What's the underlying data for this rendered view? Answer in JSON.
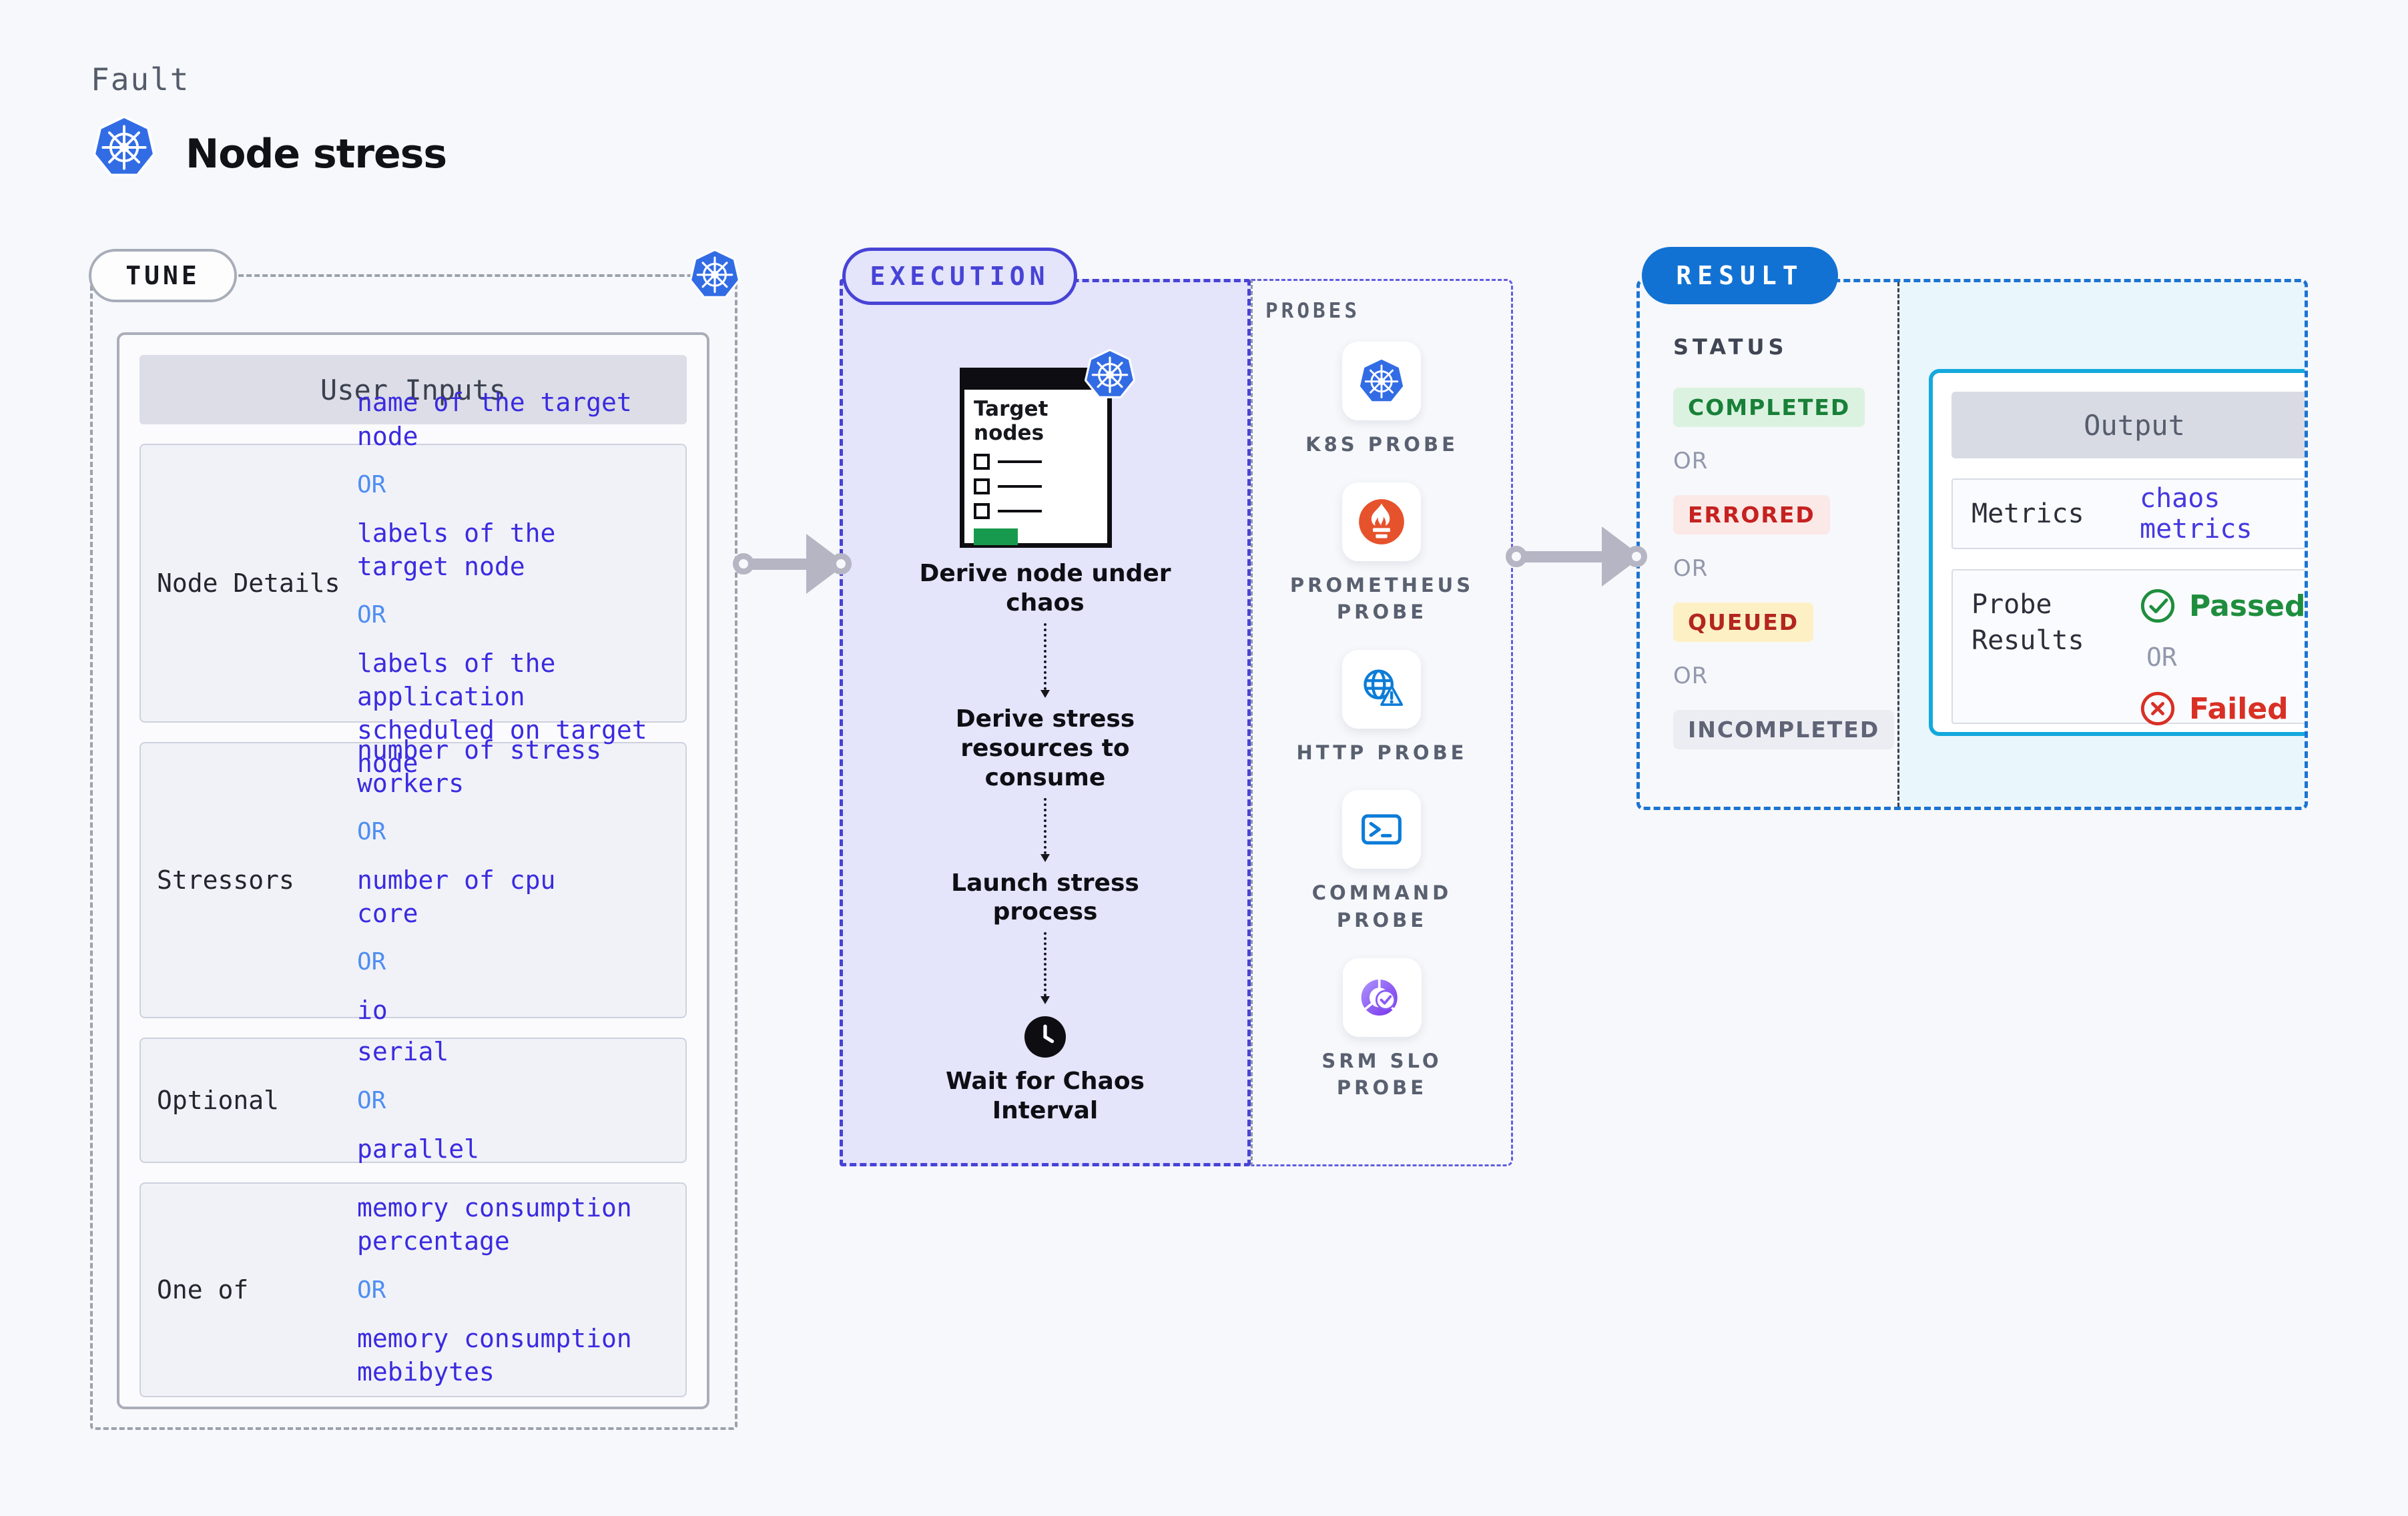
{
  "header": {
    "kicker": "Fault",
    "title": "Node stress"
  },
  "tune": {
    "label": "TUNE",
    "panel_title": "User Inputs",
    "rows": [
      {
        "label": "Node Details",
        "items": [
          {
            "type": "value",
            "text": "name of the target\nnode"
          },
          {
            "type": "or",
            "text": "OR"
          },
          {
            "type": "value",
            "text": "labels of the\ntarget node"
          },
          {
            "type": "or",
            "text": "OR"
          },
          {
            "type": "value",
            "text": "labels of the application\nscheduled on target node"
          }
        ]
      },
      {
        "label": "Stressors",
        "items": [
          {
            "type": "value",
            "text": "number of stress\nworkers"
          },
          {
            "type": "or",
            "text": "OR"
          },
          {
            "type": "value",
            "text": "number of cpu\ncore"
          },
          {
            "type": "or",
            "text": "OR"
          },
          {
            "type": "value",
            "text": "io"
          }
        ]
      },
      {
        "label": "Optional",
        "items": [
          {
            "type": "value",
            "text": "serial"
          },
          {
            "type": "or",
            "text": "OR"
          },
          {
            "type": "value",
            "text": "parallel"
          }
        ]
      },
      {
        "label": "One of",
        "items": [
          {
            "type": "value",
            "text": "memory consumption\npercentage"
          },
          {
            "type": "or",
            "text": "OR"
          },
          {
            "type": "value",
            "text": "memory consumption\nmebibytes"
          }
        ]
      }
    ]
  },
  "execution": {
    "label": "EXECUTION",
    "target_card": {
      "title": "Target nodes"
    },
    "steps": [
      "Derive node under\nchaos",
      "Derive stress\nresources to\nconsume",
      "Launch stress\nprocess"
    ],
    "wait_label": "Wait for Chaos\nInterval"
  },
  "probes": {
    "label": "PROBES",
    "items": [
      {
        "icon": "k8s-icon",
        "label": "K8S PROBE"
      },
      {
        "icon": "prometheus-icon",
        "label": "PROMETHEUS\nPROBE"
      },
      {
        "icon": "http-globe-warning-icon",
        "label": "HTTP PROBE"
      },
      {
        "icon": "command-terminal-icon",
        "label": "COMMAND\nPROBE"
      },
      {
        "icon": "srm-slo-icon",
        "label": "SRM SLO\nPROBE"
      }
    ]
  },
  "result": {
    "label": "RESULT",
    "status_title": "STATUS",
    "or_label": "OR",
    "statuses": [
      {
        "text": "COMPLETED",
        "kind": "completed"
      },
      {
        "text": "ERRORED",
        "kind": "errored"
      },
      {
        "text": "QUEUED",
        "kind": "queued"
      },
      {
        "text": "INCOMPLETED",
        "kind": "incompleted"
      }
    ],
    "output": {
      "title": "Output",
      "metrics_label": "Metrics",
      "metrics_value": "chaos metrics",
      "probe_results_label": "Probe\nResults",
      "passed": "Passed",
      "or": "OR",
      "failed": "Failed"
    }
  },
  "colors": {
    "page_bg": "#f7f8fb",
    "kubernetes_blue": "#326ce5",
    "execution_accent": "#4743d6",
    "execution_fill": "#e4e4fb",
    "result_accent": "#1272d3",
    "result_fill": "#e9f6fc",
    "output_border": "#14a9dd",
    "value_text": "#3b2bdf",
    "or_text": "#4f8ef2",
    "passed_green": "#1e8e3e",
    "failed_red": "#d93025",
    "prometheus_orange": "#e6522c",
    "probe_blue": "#0b7cd8",
    "srm_purple": "#8b5cf6",
    "completed_badge": "#188038",
    "errored_badge": "#c5221f",
    "queued_badge": "#b3261e",
    "incompleted_badge": "#5f6376",
    "arrow_gray": "#b5b5c4",
    "green_bar": "#189a4e"
  }
}
